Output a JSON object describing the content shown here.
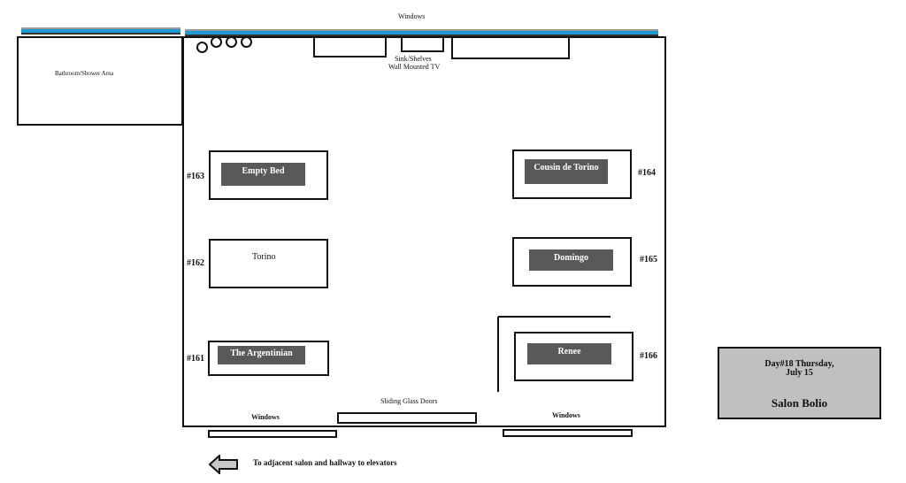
{
  "labels": {
    "windows_top": "Windows",
    "bathroom": "Bathroom/Shower Area",
    "sink": "Sink/Shelves",
    "tv": "Wall Mounted TV",
    "sliding_doors": "Sliding Glass Doors",
    "windows_bl": "Windows",
    "windows_br": "Windows",
    "exit": "To adjacent salon and hallway to elevators"
  },
  "beds": [
    {
      "number": "#163",
      "occupant": "Empty Bed"
    },
    {
      "number": "#162",
      "occupant": "Torino"
    },
    {
      "number": "#161",
      "occupant": "The Argentinian"
    },
    {
      "number": "#164",
      "occupant": "Cousin de Torino"
    },
    {
      "number": "#165",
      "occupant": "Domingo"
    },
    {
      "number": "#166",
      "occupant": "Renee"
    }
  ],
  "info": {
    "day": "Day#18 Thursday,",
    "date": "July 15",
    "salon": "Salon Bolio"
  },
  "colors": {
    "window": "#1e9ad6",
    "label_bg": "#595959",
    "info_bg": "#c0c0c0"
  }
}
